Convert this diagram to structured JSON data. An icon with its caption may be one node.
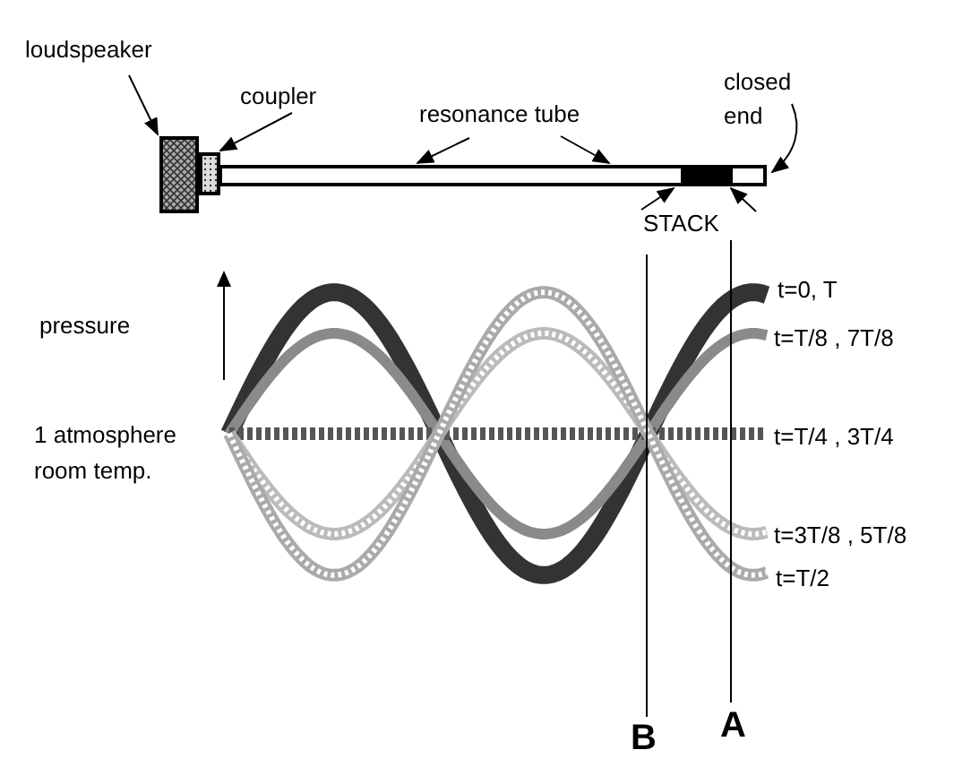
{
  "diagram": {
    "nodes": [
      {
        "text": [
          "loudspeaker"
        ]
      },
      {
        "text": [],
        "shape": "box"
      },
      {
        "text": [
          "coupler"
        ]
      },
      {
        "text": [],
        "shape": "box"
      },
      {
        "text": [
          "resonance tube"
        ]
      },
      {
        "text": [],
        "shape": "box"
      },
      {
        "text": [],
        "shape": "box",
        "in": 5
      },
      {
        "text": [
          "STACK"
        ]
      },
      {
        "text": [
          "closed end"
        ]
      }
    ],
    "edges": [
      {
        "from": 0,
        "to": 1,
        "arrow": "to"
      },
      {
        "from": 2,
        "to": 3,
        "arrow": "to"
      },
      {
        "from": 4,
        "to": 5,
        "arrow": "to"
      },
      {
        "from": 4,
        "to": 5,
        "arrow": "to"
      },
      {
        "from": 7,
        "to": 6,
        "arrow": "to"
      },
      {
        "from": 7,
        "to": 6,
        "arrow": "to"
      },
      {
        "from": 8,
        "to": 5,
        "arrow": "to"
      }
    ],
    "labels": [
      "pressure",
      "1 atmosphere room temp.",
      "t=0, T",
      "t=T/8 , 7T/8",
      "t=T/4 , 3T/4",
      "t=3T/8 , 5T/8",
      "t=T/2",
      "B",
      "A"
    ]
  }
}
